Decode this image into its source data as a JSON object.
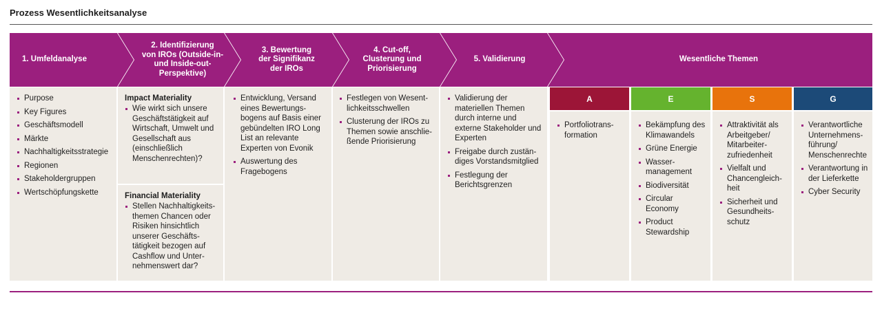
{
  "title": "Prozess Wesentlichkeitsanalyse",
  "colors": {
    "purple": "#9b1f7e",
    "box_bg": "#efebe5",
    "A": "#9c1537",
    "E": "#65b32e",
    "S": "#e8730c",
    "G": "#1c4a78"
  },
  "steps": [
    {
      "label": [
        "1. Umfeldanalyse"
      ]
    },
    {
      "label": [
        "2. Identifizierung",
        "von IROs (Outside-in-",
        "und Inside-out-",
        "Perspektive)"
      ]
    },
    {
      "label": [
        "3. Bewertung",
        "der Signifikanz",
        "der IROs"
      ]
    },
    {
      "label": [
        "4. Cut-off,",
        "Clusterung und",
        "Priorisierung"
      ]
    },
    {
      "label": [
        "5. Validierung"
      ]
    },
    {
      "label": [
        "Wesentliche Themen"
      ]
    }
  ],
  "col1_items": [
    "Purpose",
    "Key Figures",
    "Geschäftsmodell",
    "Märkte",
    "Nachhaltigkeitsstrategie",
    "Regionen",
    "Stakeholdergruppen",
    "Wertschöpfungskette"
  ],
  "col2": {
    "impact_title": "Impact Materiality",
    "impact_items": [
      "Wie wirkt sich unsere Geschäftstätigkeit auf Wirtschaft, Umwelt und Gesellschaft aus (einschließlich Menschenrechten)?"
    ],
    "financial_title": "Financial Materiality",
    "financial_items": [
      "Stellen Nachhaltigkeits­themen Chancen oder Risiken hinsichtlich unserer Geschäfts­tätigkeit bezogen auf Cashflow und Unter­nehmenswert dar?"
    ]
  },
  "col3_items": [
    "Entwicklung, Versand eines Bewertungs­bogens auf Basis einer gebündelten IRO Long List an relevante Experten von Evonik",
    "Auswertung des Fragebogens"
  ],
  "col4_items": [
    "Festlegen von Wesent­lichkeitsschwellen",
    "Clusterung der IROs zu Themen sowie anschlie­ßende Priorisierung"
  ],
  "col5_items": [
    "Validierung der materiellen Themen durch interne und externe Stakeholder und Experten",
    "Freigabe durch zustän­diges Vorstandsmitglied",
    "Festlegung der Berichtsgrenzen"
  ],
  "themes": [
    {
      "tag": "A",
      "items": [
        "Portfoliotrans­formation"
      ]
    },
    {
      "tag": "E",
      "items": [
        "Bekämpfung des Klimawandels",
        "Grüne Energie",
        "Wasser­management",
        "Biodiversität",
        "Circular Economy",
        "Product Stewardship"
      ]
    },
    {
      "tag": "S",
      "items": [
        "Attraktivität als Arbeitgeber/ Mitarbeiter­zufriedenheit",
        "Vielfalt und Chancengleich­heit",
        "Sicherheit und Gesundheits­schutz"
      ]
    },
    {
      "tag": "G",
      "items": [
        "Verantwortliche Unternehmens­führung/ Menschenrechte",
        "Verantwortung in der Liefer­kette",
        "Cyber Security"
      ]
    }
  ]
}
